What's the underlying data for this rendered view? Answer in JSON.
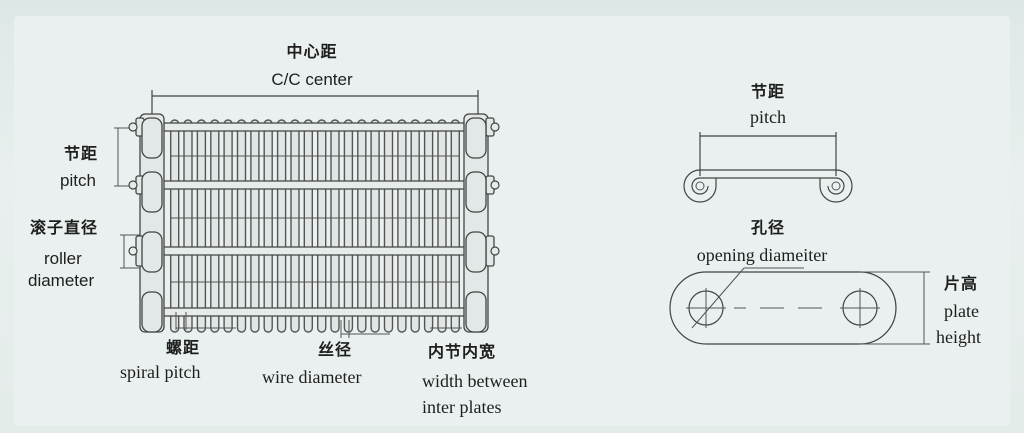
{
  "labels": {
    "cc_zh": "中心距",
    "cc_en": "C/C center",
    "pitch_zh": "节距",
    "pitch_en": "pitch",
    "roller_zh": "滚子直径",
    "roller_en_1": "roller",
    "roller_en_2": "diameter",
    "spiral_zh": "螺距",
    "spiral_en": "spiral pitch",
    "wire_zh": "丝径",
    "wire_en": "wire diameter",
    "width_zh": "内节内宽",
    "width_en_1": "width between",
    "width_en_2": "inter plates",
    "right_pitch_zh": "节距",
    "right_pitch_en": "pitch",
    "hole_zh": "孔径",
    "hole_en": "opening diameiter",
    "plate_zh": "片高",
    "plate_en_1": "plate",
    "plate_en_2": "height"
  },
  "diagram": {
    "spiral_count": 22,
    "rod_rows": 4
  }
}
